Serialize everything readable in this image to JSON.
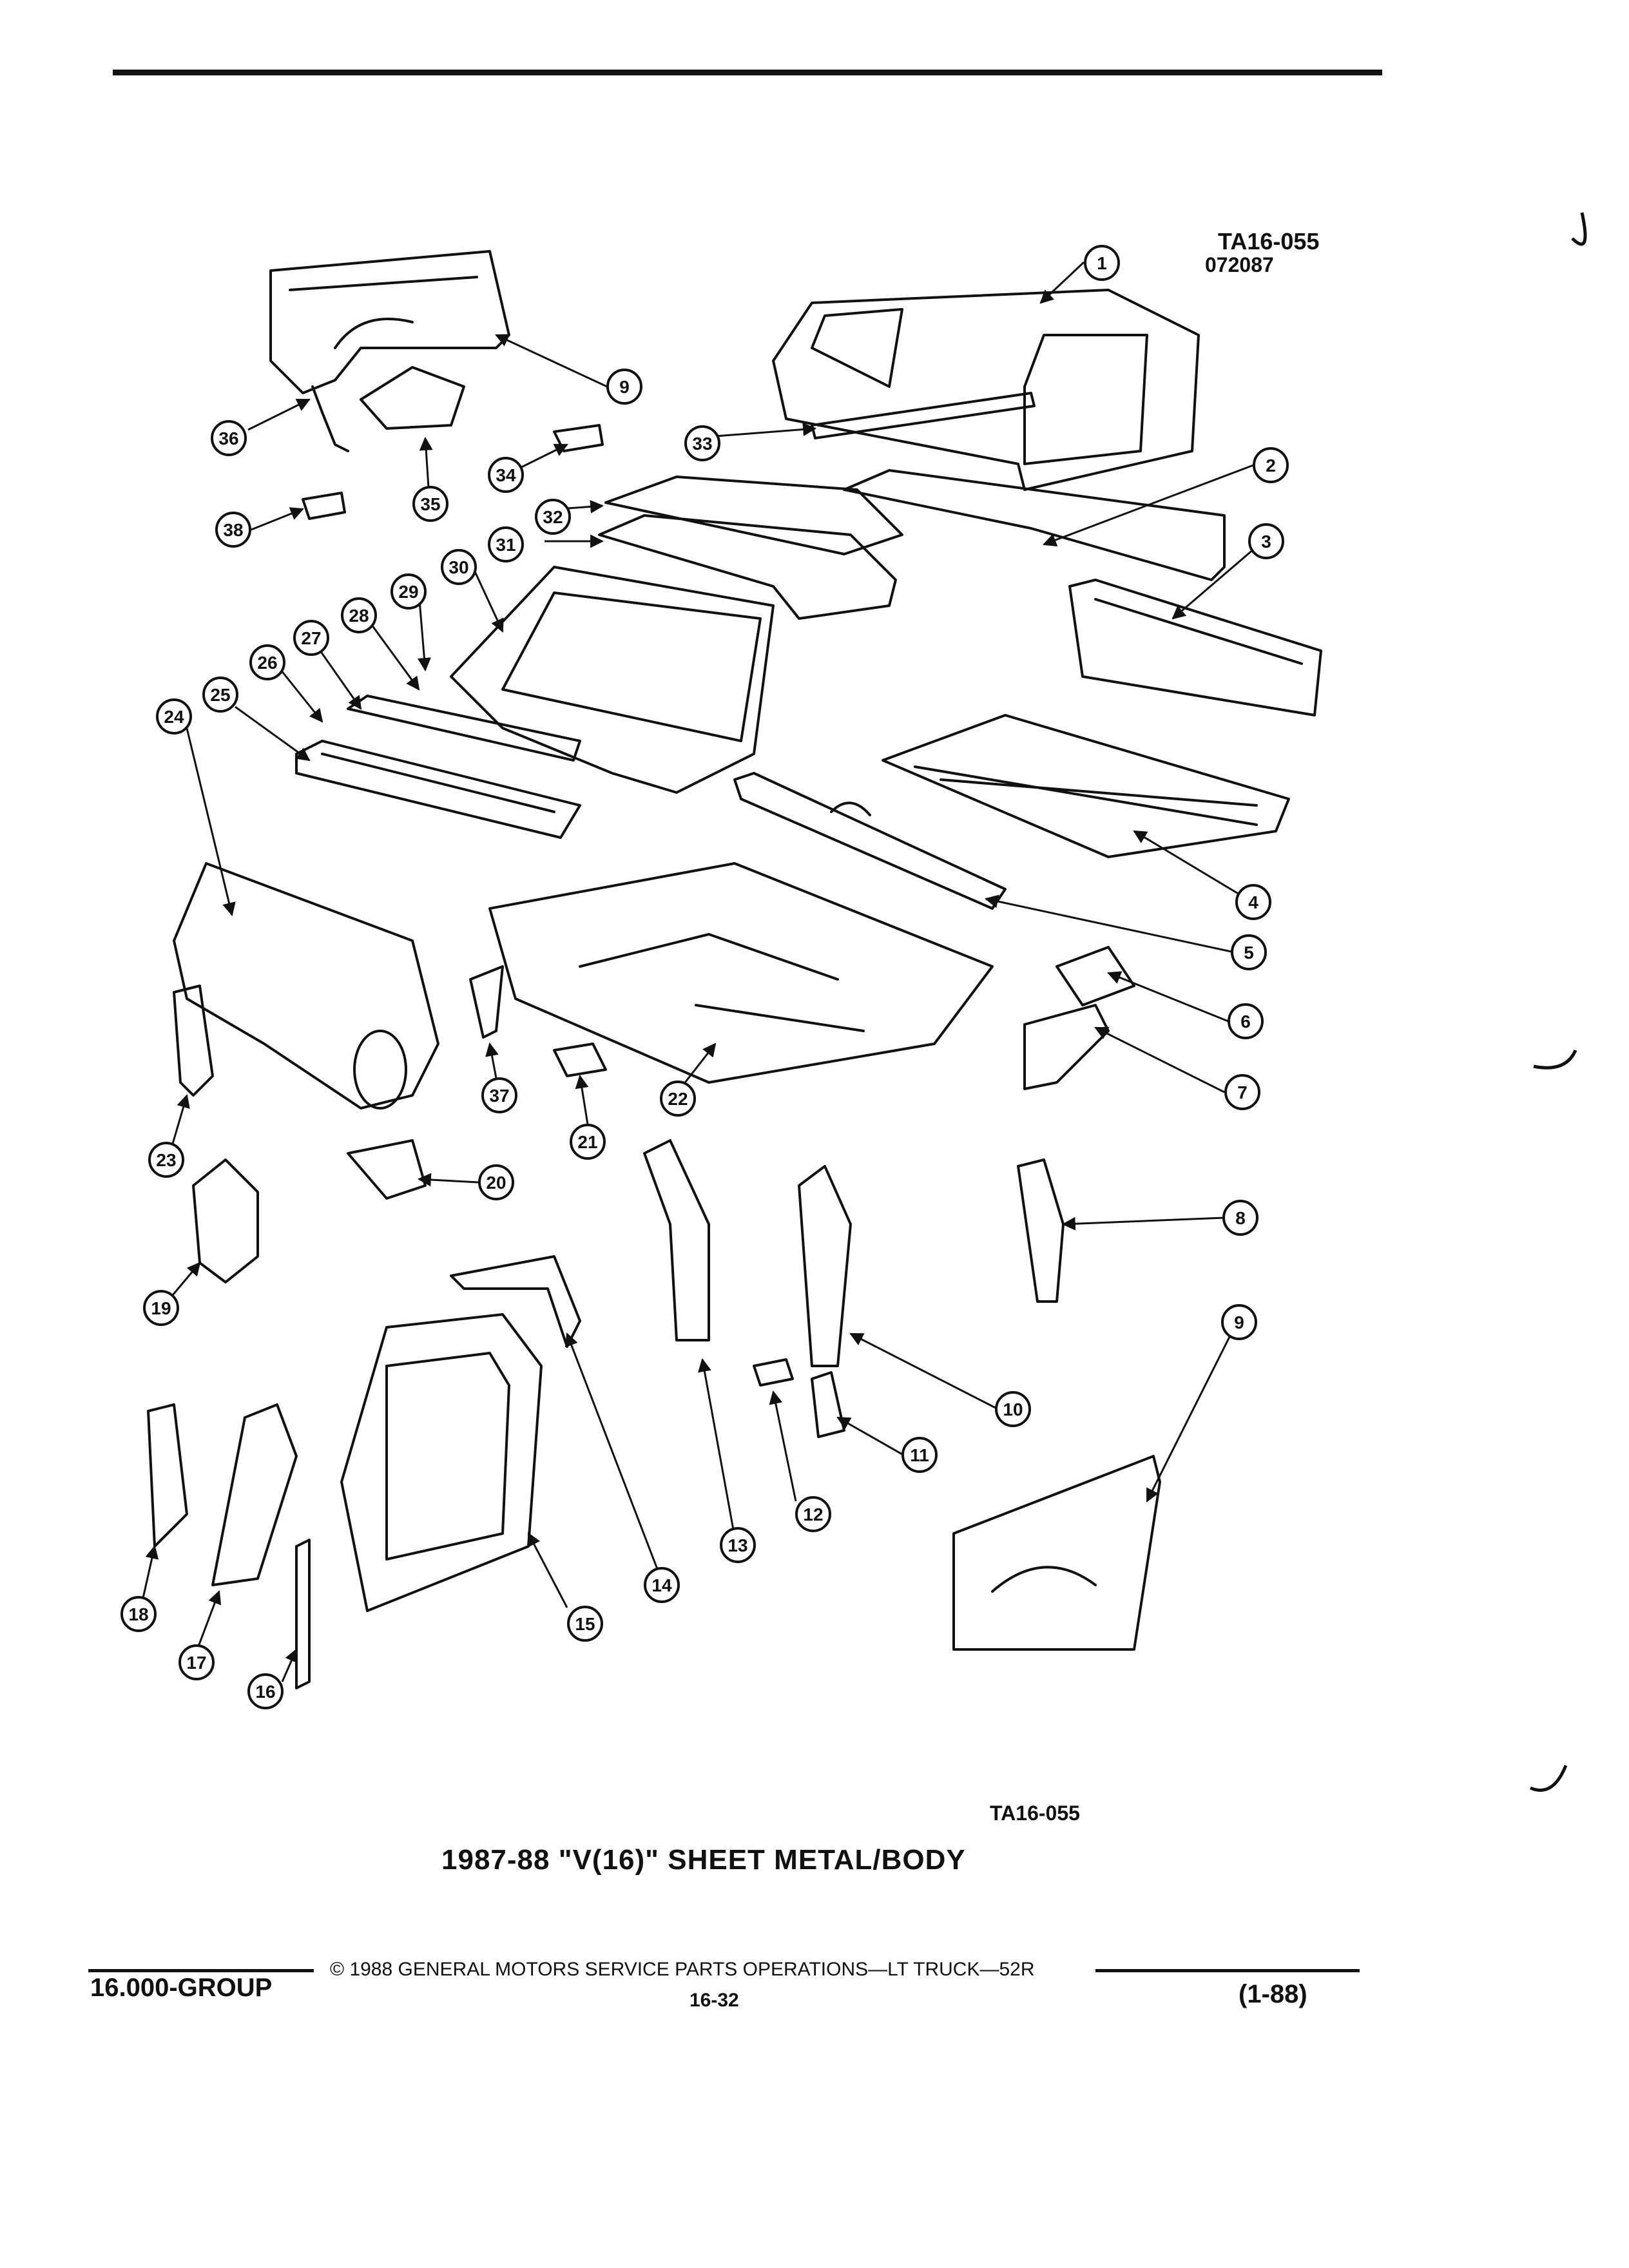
{
  "figure": {
    "code_top": "TA16-055",
    "code_date": "072087",
    "code_bottom": "TA16-055",
    "caption": "1987-88 \"V(16)\" SHEET METAL/BODY"
  },
  "callouts": [
    "1",
    "2",
    "3",
    "4",
    "5",
    "6",
    "7",
    "8",
    "9",
    "9",
    "10",
    "11",
    "12",
    "13",
    "14",
    "15",
    "16",
    "17",
    "18",
    "19",
    "20",
    "21",
    "22",
    "23",
    "24",
    "25",
    "26",
    "27",
    "28",
    "29",
    "30",
    "31",
    "32",
    "33",
    "34",
    "35",
    "36",
    "37",
    "38"
  ],
  "footer": {
    "copyright": "© 1988 GENERAL MOTORS SERVICE PARTS OPERATIONS—LT TRUCK—52R",
    "group": "16.000-GROUP",
    "page": "16-32",
    "revision": "(1-88)"
  }
}
